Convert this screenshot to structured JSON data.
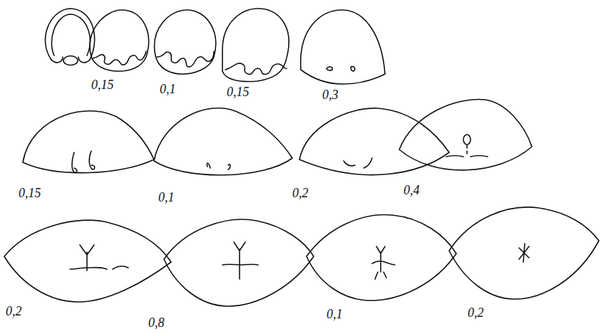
{
  "diagram": {
    "labels": [
      "0,15",
      "0,1",
      "0,15",
      "0,3",
      "0,15",
      "0,1",
      "0,2",
      "0,4",
      "0,2",
      "0,8",
      "0,1",
      "0,2"
    ]
  }
}
